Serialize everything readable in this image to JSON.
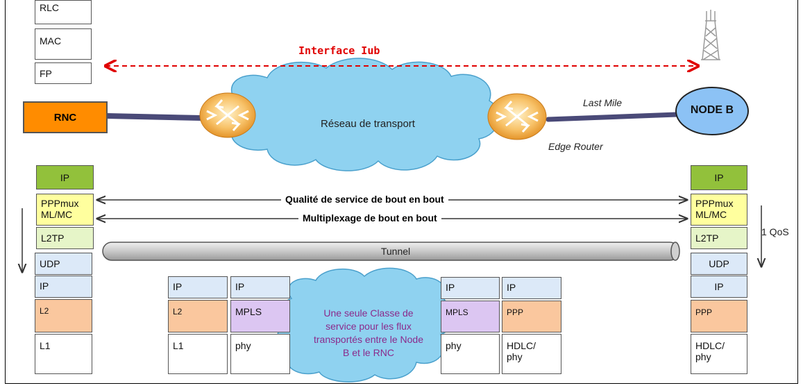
{
  "interface_label": "Interface Iub",
  "rnc_label": "RNC",
  "nodeb_label": "NODE B",
  "transport_label": "Réseau de transport",
  "last_mile_label": "Last Mile",
  "edge_router_label": "Edge Router",
  "top_stack": [
    "RLC",
    "MAC",
    "FP"
  ],
  "left_stack": [
    "IP",
    "PPPmux\nML/MC",
    "L2TP",
    "UDP",
    "IP",
    "L2",
    "L1"
  ],
  "right_stack": [
    "IP",
    "PPPmux\nML/MC",
    "L2TP",
    "UDP",
    "IP",
    "PPP",
    "HDLC/\nphy"
  ],
  "qos_label": "Qualité de service de bout en bout",
  "mux_label": "Multiplexage de bout en bout",
  "tunnel_label": "Tunnel",
  "one_qos_label": "1 QoS",
  "middle_left_stack_a": [
    "IP",
    "L2",
    "L1"
  ],
  "middle_left_stack_b": [
    "IP",
    "MPLS",
    "phy"
  ],
  "middle_right_stack_a": [
    "IP",
    "MPLS",
    "phy"
  ],
  "middle_right_stack_b": [
    "IP",
    "PPP",
    "HDLC/\nphy"
  ],
  "cloud_note": "Une seule Classe de service pour les flux transportés entre le Node B et le RNC",
  "colors": {
    "rnc": "#ff8c00",
    "nodeb": "#8cc2f5",
    "cloud": "#8fd2f0",
    "interface_arrow": "#e00000",
    "ip_green": "#92c13b",
    "pppmux": "#ffff9e",
    "l2tp": "#e6f5c8",
    "udp_ip": "#dce9f8",
    "orange_layer": "#fac79e",
    "mpls": "#dcc6f2",
    "router": "#f6b14a",
    "cloud_note_text": "#8b2a8b"
  },
  "icons": [
    "router-icon",
    "antenna-tower-icon"
  ]
}
